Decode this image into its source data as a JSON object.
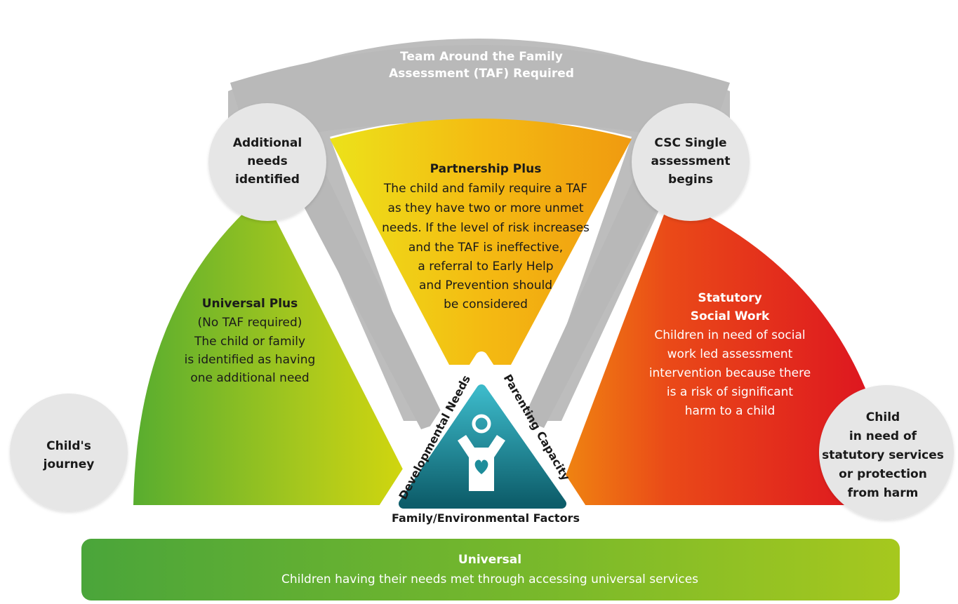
{
  "colors": {
    "grey_arc": "#b9b9b9",
    "circle": "#e7e7e7",
    "green": "#5bb030",
    "yellow": "#f1c40f",
    "orange": "#ef8a12",
    "red": "#e21b1b",
    "teal": "#1d8c9a"
  },
  "taf_arc": {
    "line1": "Team Around the Family",
    "line2": "Assessment (TAF) Required"
  },
  "circles": {
    "childs_journey": [
      "Child's",
      "journey"
    ],
    "additional_needs": [
      "Additional",
      "needs",
      "identified"
    ],
    "csc_single": [
      "CSC Single",
      "assessment",
      "begins"
    ],
    "child_in_need": [
      "Child",
      "in need of",
      "statutory services",
      "or protection",
      "from harm"
    ]
  },
  "segments": {
    "universal_plus": {
      "title": "Universal Plus",
      "lines": [
        "(No TAF required)",
        "The child or family",
        "is identified as having",
        "one additional need"
      ]
    },
    "partnership_plus": {
      "title": "Partnership Plus",
      "lines": [
        "The child and family require a TAF",
        "as they have two or more unmet",
        "needs. If the level of risk increases",
        "and the TAF is ineffective,",
        "a referral to Early Help",
        "and Prevention should",
        "be considered"
      ]
    },
    "statutory": {
      "title_lines": [
        "Statutory",
        "Social Work"
      ],
      "lines": [
        "Children in need of social",
        "work led assessment",
        "intervention because there",
        "is a risk of significant",
        "harm to a child"
      ]
    }
  },
  "triangle": {
    "left_side": "Developmental Needs",
    "right_side": "Parenting Capacity",
    "bottom": "Family/Environmental Factors",
    "icon": "child-heart-icon"
  },
  "universal_bar": {
    "title": "Universal",
    "text": "Children having their needs met through accessing universal services"
  }
}
